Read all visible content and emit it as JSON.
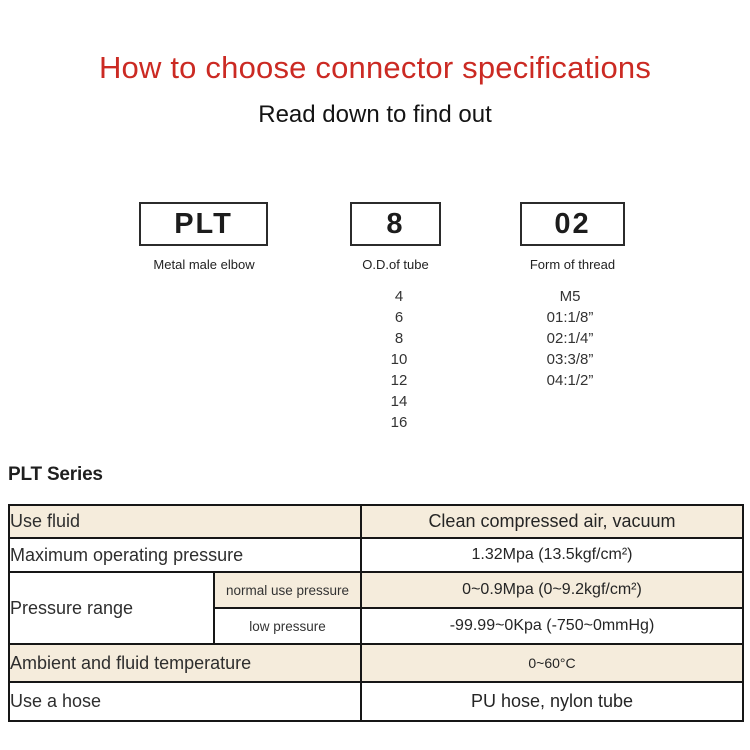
{
  "header": {
    "title": "How to choose connector specifications",
    "subtitle": "Read down to find out"
  },
  "selector": {
    "boxes": [
      {
        "code": "PLT",
        "label": "Metal male elbow"
      },
      {
        "code": "8",
        "label": "O.D.of tube"
      },
      {
        "code": "02",
        "label": "Form of thread"
      }
    ],
    "tube_options": [
      "4",
      "6",
      "8",
      "10",
      "12",
      "14",
      "16"
    ],
    "thread_options": [
      "M5",
      "01:1/8”",
      "02:1/4”",
      "03:3/8”",
      "04:1/2”"
    ]
  },
  "series_heading": "PLT Series",
  "spec_table": {
    "rows": [
      {
        "label": "Use fluid",
        "value": "Clean compressed air, vacuum"
      },
      {
        "label": "Maximum operating pressure",
        "value": "1.32Mpa (13.5kgf/cm²)"
      },
      {
        "label": "Pressure range",
        "sub_rows": [
          {
            "sublabel": "normal use pressure",
            "value": "0~0.9Mpa (0~9.2kgf/cm²)"
          },
          {
            "sublabel": "low pressure",
            "value": "-99.99~0Kpa (-750~0mmHg)"
          }
        ]
      },
      {
        "label": "Ambient and fluid temperature",
        "value": "0~60°C"
      },
      {
        "label": "Use a hose",
        "value": "PU hose, nylon tube"
      }
    ]
  },
  "colors": {
    "accent_red": "#cb2a23",
    "row_beige": "#f5ecdc",
    "table_border": "#161616"
  }
}
